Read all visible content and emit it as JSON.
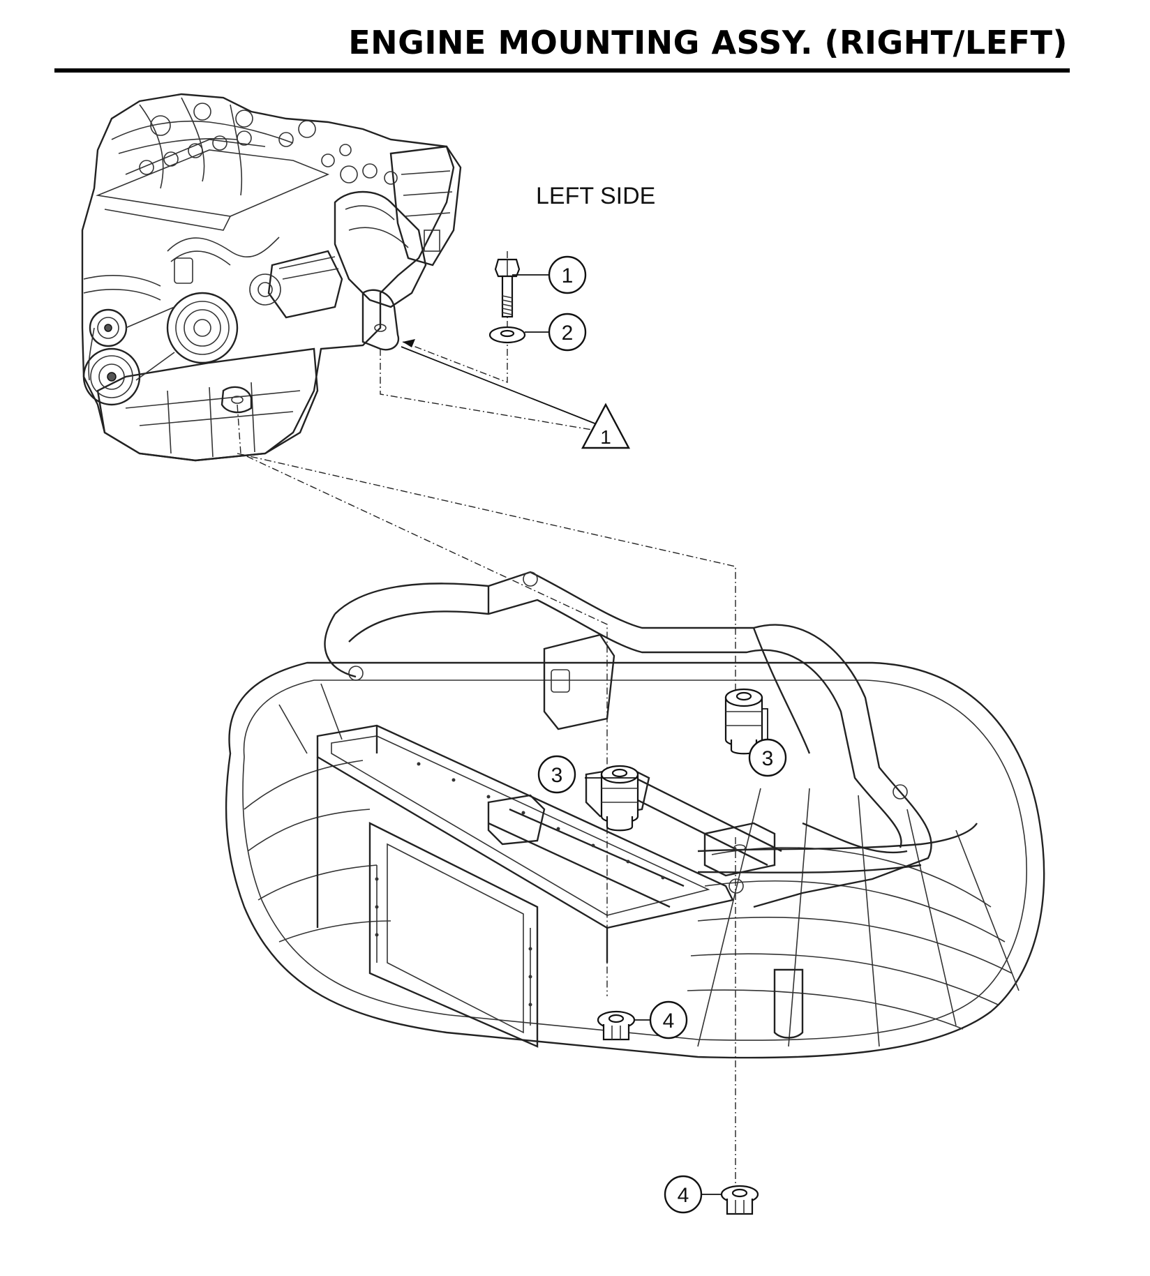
{
  "header": {
    "title": "ENGINE MOUNTING ASSY. (RIGHT/LEFT)"
  },
  "diagram": {
    "side_label": "LEFT SIDE",
    "callouts": [
      {
        "id": "callout-1",
        "text": "1"
      },
      {
        "id": "callout-2",
        "text": "2"
      },
      {
        "id": "callout-3a",
        "text": "3"
      },
      {
        "id": "callout-3b",
        "text": "3"
      },
      {
        "id": "callout-4a",
        "text": "4"
      },
      {
        "id": "callout-4b",
        "text": "4"
      }
    ],
    "note_triangle": {
      "text": "1"
    }
  }
}
